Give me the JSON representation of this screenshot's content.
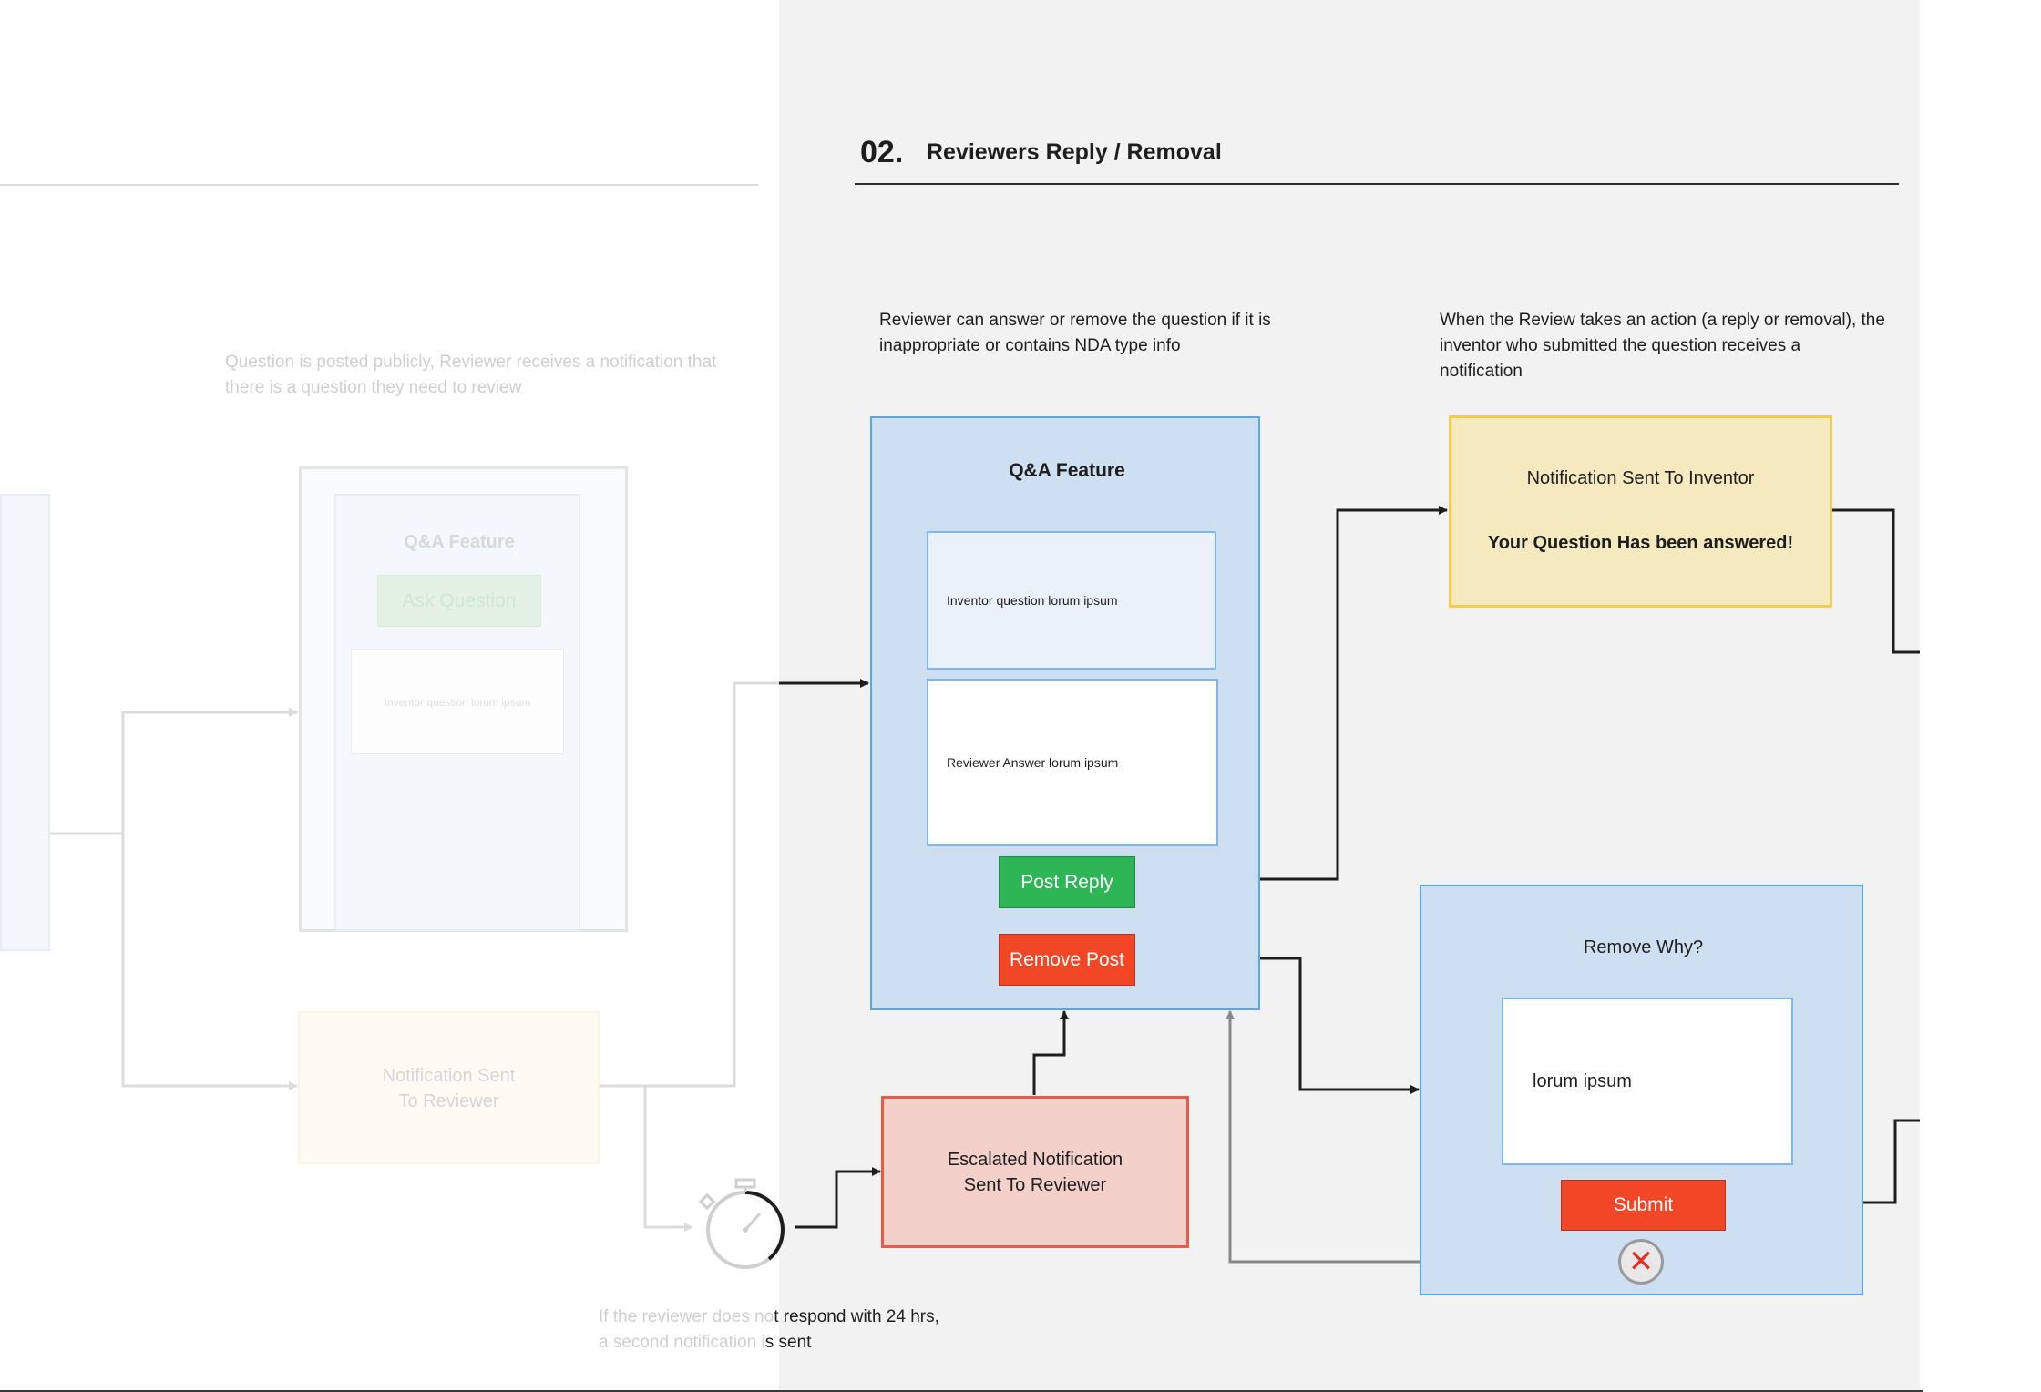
{
  "section": {
    "number": "02.",
    "title": "Reviewers Reply / Removal"
  },
  "faded": {
    "description": "Question is posted publicly, Reviewer receives a notification that there is a question they need to review",
    "qa_title": "Q&A Feature",
    "ask_button": "Ask Question",
    "inventor_question": "Inventor question lorum ipsum",
    "notification": "Notification Sent To Reviewer"
  },
  "reviewer_desc": "Reviewer can answer or remove the question if it is inappropriate or contains NDA type info",
  "inventor_desc": "When the Review takes an action (a reply or removal), the inventor who submitted the question receives a notification",
  "qa": {
    "title": "Q&A Feature",
    "question": "Inventor question lorum ipsum",
    "answer": "Reviewer Answer lorum ipsum",
    "post_reply": "Post Reply",
    "remove_post": "Remove Post"
  },
  "notify_inventor": {
    "title": "Notification Sent To Inventor",
    "message": "Your Question Has been answered!"
  },
  "remove_why": {
    "title": "Remove Why?",
    "input": "lorum ipsum",
    "submit": "Submit",
    "cancel_glyph": "✕"
  },
  "escalated": "Escalated Notification Sent To Reviewer",
  "timer_caption": {
    "faded_part": "If the reviewer does no",
    "part": "t respond with 24 hrs,",
    "faded_part2": "a second notification i",
    "part2": "s sent"
  },
  "colors": {
    "frame": "#f2f2f2",
    "qa_fill": "#cddff1",
    "qa_border": "#5aa6ea",
    "green": "#2eb556",
    "red": "#f24726",
    "yellow_fill": "#f5e9c0",
    "yellow_border": "#f2cd4b",
    "escalated_fill": "#f3d0ca"
  }
}
